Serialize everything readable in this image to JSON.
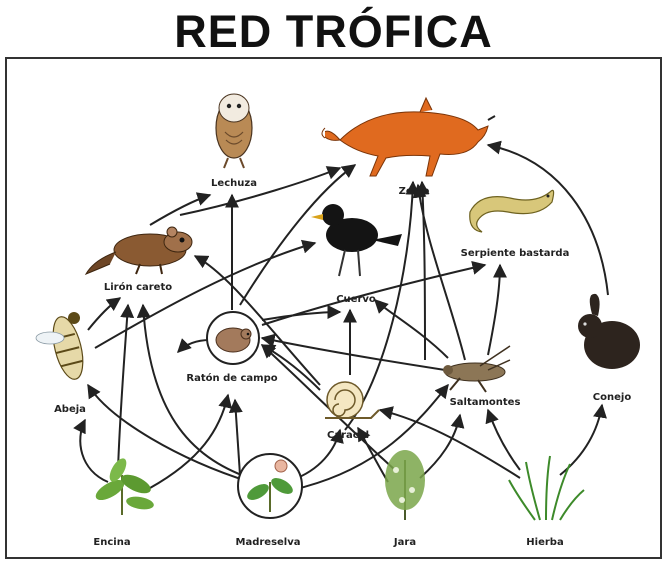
{
  "title": "RED TRÓFICA",
  "organisms": {
    "lechuza": "Lechuza",
    "zorro": "Zorro",
    "lechuza_icon": "owl-icon",
    "zorro_icon": "fox-icon",
    "serpiente": "Serpiente bastarda",
    "lirón": "Lirón careto",
    "cuervo": "Cuervo",
    "raton": "Ratón de campo",
    "abeja": "Abeja",
    "caracol": "Caracol",
    "saltamontes": "Saltamontes",
    "conejo": "Conejo",
    "encina": "Encina",
    "madreselva": "Madreselva",
    "jara": "Jara",
    "hierba": "Hierba"
  }
}
